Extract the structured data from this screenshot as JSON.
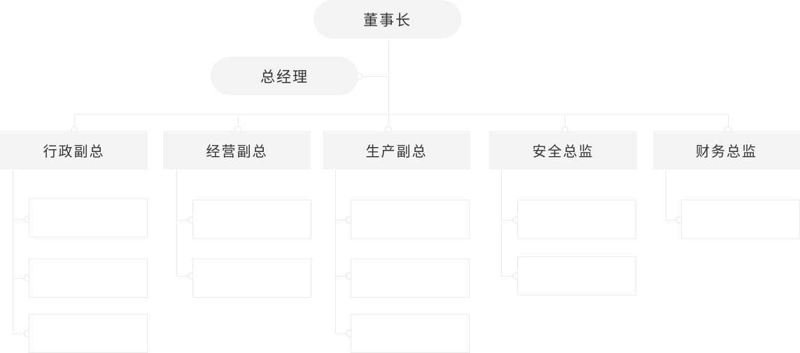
{
  "chairman": "董事长",
  "gm": "总经理",
  "depts": [
    "行政副总",
    "经营副总",
    "生产副总",
    "安全总监",
    "财务总监"
  ]
}
